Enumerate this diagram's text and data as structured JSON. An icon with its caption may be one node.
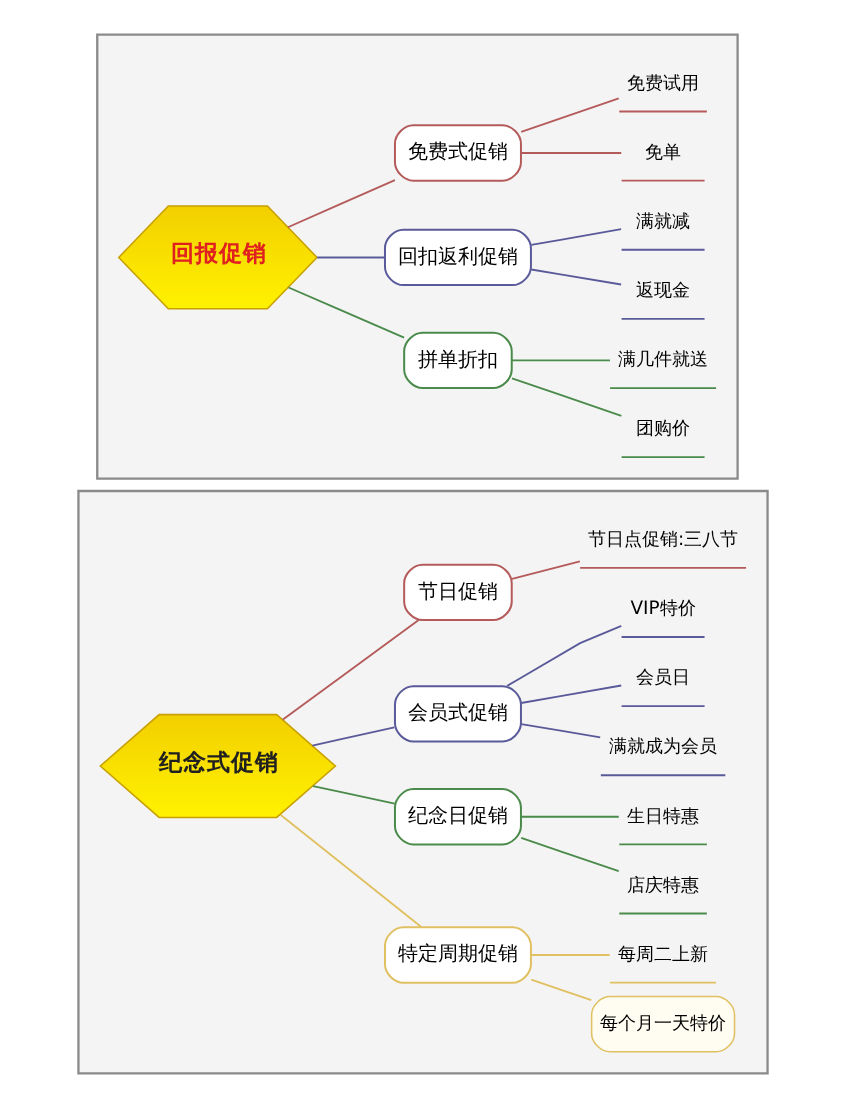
{
  "diagram": {
    "nodes": [
      {
        "text": [],
        "shape": "box"
      },
      {
        "text": [
          "回报促销"
        ],
        "in": 0
      },
      {
        "text": [
          "免费式促销"
        ],
        "in": 0
      },
      {
        "text": [
          "免费试用"
        ],
        "in": 0
      },
      {
        "text": [
          "免单"
        ],
        "in": 0
      },
      {
        "text": [
          "回扣返利促销"
        ],
        "in": 0
      },
      {
        "text": [
          "满就减"
        ],
        "in": 0
      },
      {
        "text": [
          "返现金"
        ],
        "in": 0
      },
      {
        "text": [
          "拼单折扣"
        ],
        "in": 0
      },
      {
        "text": [
          "满几件就送"
        ],
        "in": 0
      },
      {
        "text": [
          "团购价"
        ],
        "in": 0
      },
      {
        "text": [],
        "shape": "box"
      },
      {
        "text": [
          "纪念式促销"
        ],
        "in": 11
      },
      {
        "text": [
          "节日促销"
        ],
        "in": 11
      },
      {
        "text": [
          "节日点促销:三八节"
        ],
        "in": 11
      },
      {
        "text": [
          "会员式促销"
        ],
        "in": 11
      },
      {
        "text": [
          "VIP特价"
        ],
        "in": 11
      },
      {
        "text": [
          "会员日"
        ],
        "in": 11
      },
      {
        "text": [
          "满就成为会员"
        ],
        "in": 11
      },
      {
        "text": [
          "纪念日促销"
        ],
        "in": 11
      },
      {
        "text": [
          "生日特惠"
        ],
        "in": 11
      },
      {
        "text": [
          "店庆特惠"
        ],
        "in": 11
      },
      {
        "text": [
          "特定周期促销"
        ],
        "in": 11
      },
      {
        "text": [
          "每周二上新"
        ],
        "in": 11
      },
      {
        "text": [
          "每个月一天特价"
        ],
        "in": 11
      }
    ],
    "edges": [
      {
        "from": 1,
        "to": 2,
        "arrow": "none",
        "color": "#b55a5a"
      },
      {
        "from": 2,
        "to": 3,
        "arrow": "none",
        "color": "#b55a5a"
      },
      {
        "from": 2,
        "to": 4,
        "arrow": "none",
        "color": "#b55a5a"
      },
      {
        "from": 1,
        "to": 5,
        "arrow": "none",
        "color": "#5a5a9a"
      },
      {
        "from": 5,
        "to": 6,
        "arrow": "none",
        "color": "#5a5a9a"
      },
      {
        "from": 5,
        "to": 7,
        "arrow": "none",
        "color": "#5a5a9a"
      },
      {
        "from": 1,
        "to": 8,
        "arrow": "none",
        "color": "#4a8a4a"
      },
      {
        "from": 8,
        "to": 9,
        "arrow": "none",
        "color": "#4a8a4a"
      },
      {
        "from": 8,
        "to": 10,
        "arrow": "none",
        "color": "#4a8a4a"
      },
      {
        "from": 12,
        "to": 13,
        "arrow": "none",
        "color": "#b55a5a"
      },
      {
        "from": 13,
        "to": 14,
        "arrow": "none",
        "color": "#b55a5a"
      },
      {
        "from": 12,
        "to": 15,
        "arrow": "none",
        "color": "#5a5a9a"
      },
      {
        "from": 15,
        "to": 16,
        "arrow": "none",
        "color": "#5a5a9a"
      },
      {
        "from": 15,
        "to": 17,
        "arrow": "none",
        "color": "#5a5a9a"
      },
      {
        "from": 15,
        "to": 18,
        "arrow": "none",
        "color": "#5a5a9a"
      },
      {
        "from": 12,
        "to": 19,
        "arrow": "none",
        "color": "#4a8a4a"
      },
      {
        "from": 19,
        "to": 20,
        "arrow": "none",
        "color": "#4a8a4a"
      },
      {
        "from": 19,
        "to": 21,
        "arrow": "none",
        "color": "#4a8a4a"
      },
      {
        "from": 12,
        "to": 22,
        "arrow": "none",
        "color": "#e0c060"
      },
      {
        "from": 22,
        "to": 23,
        "arrow": "none",
        "color": "#e0c060"
      },
      {
        "from": 22,
        "to": 24,
        "arrow": "none",
        "color": "#e0c060"
      }
    ]
  }
}
